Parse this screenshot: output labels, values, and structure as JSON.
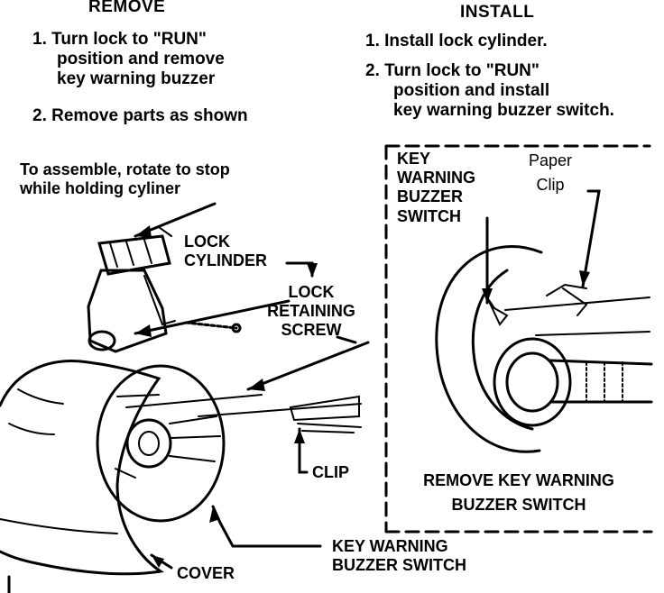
{
  "remove": {
    "heading": "REMOVE",
    "steps": [
      [
        "1. Turn lock to \"RUN\"",
        "position and remove",
        "key warning buzzer"
      ],
      [
        "2. Remove parts as shown"
      ]
    ]
  },
  "install": {
    "heading": "INSTALL",
    "steps": [
      [
        "1. Install lock cylinder."
      ],
      [
        "2. Turn lock to \"RUN\"",
        "position and install",
        "key warning buzzer switch."
      ]
    ]
  },
  "left_labels": {
    "assemble_note": [
      "To assemble, rotate to stop",
      "while holding cyliner"
    ],
    "lock_cylinder": [
      "LOCK",
      "CYLINDER"
    ],
    "lock_retaining_screw": [
      "LOCK",
      "RETAINING",
      "SCREW"
    ],
    "clip": "CLIP",
    "cover": "COVER",
    "key_warning_buzzer_switch": [
      "KEY  WARNING",
      "BUZZER SWITCH"
    ]
  },
  "inset": {
    "key_warning_buzzer_switch": [
      "KEY",
      "WARNING",
      "BUZZER",
      "SWITCH"
    ],
    "paper_clip": [
      "Paper",
      "Clip"
    ],
    "caption": [
      "REMOVE KEY WARNING",
      "BUZZER SWITCH"
    ]
  }
}
